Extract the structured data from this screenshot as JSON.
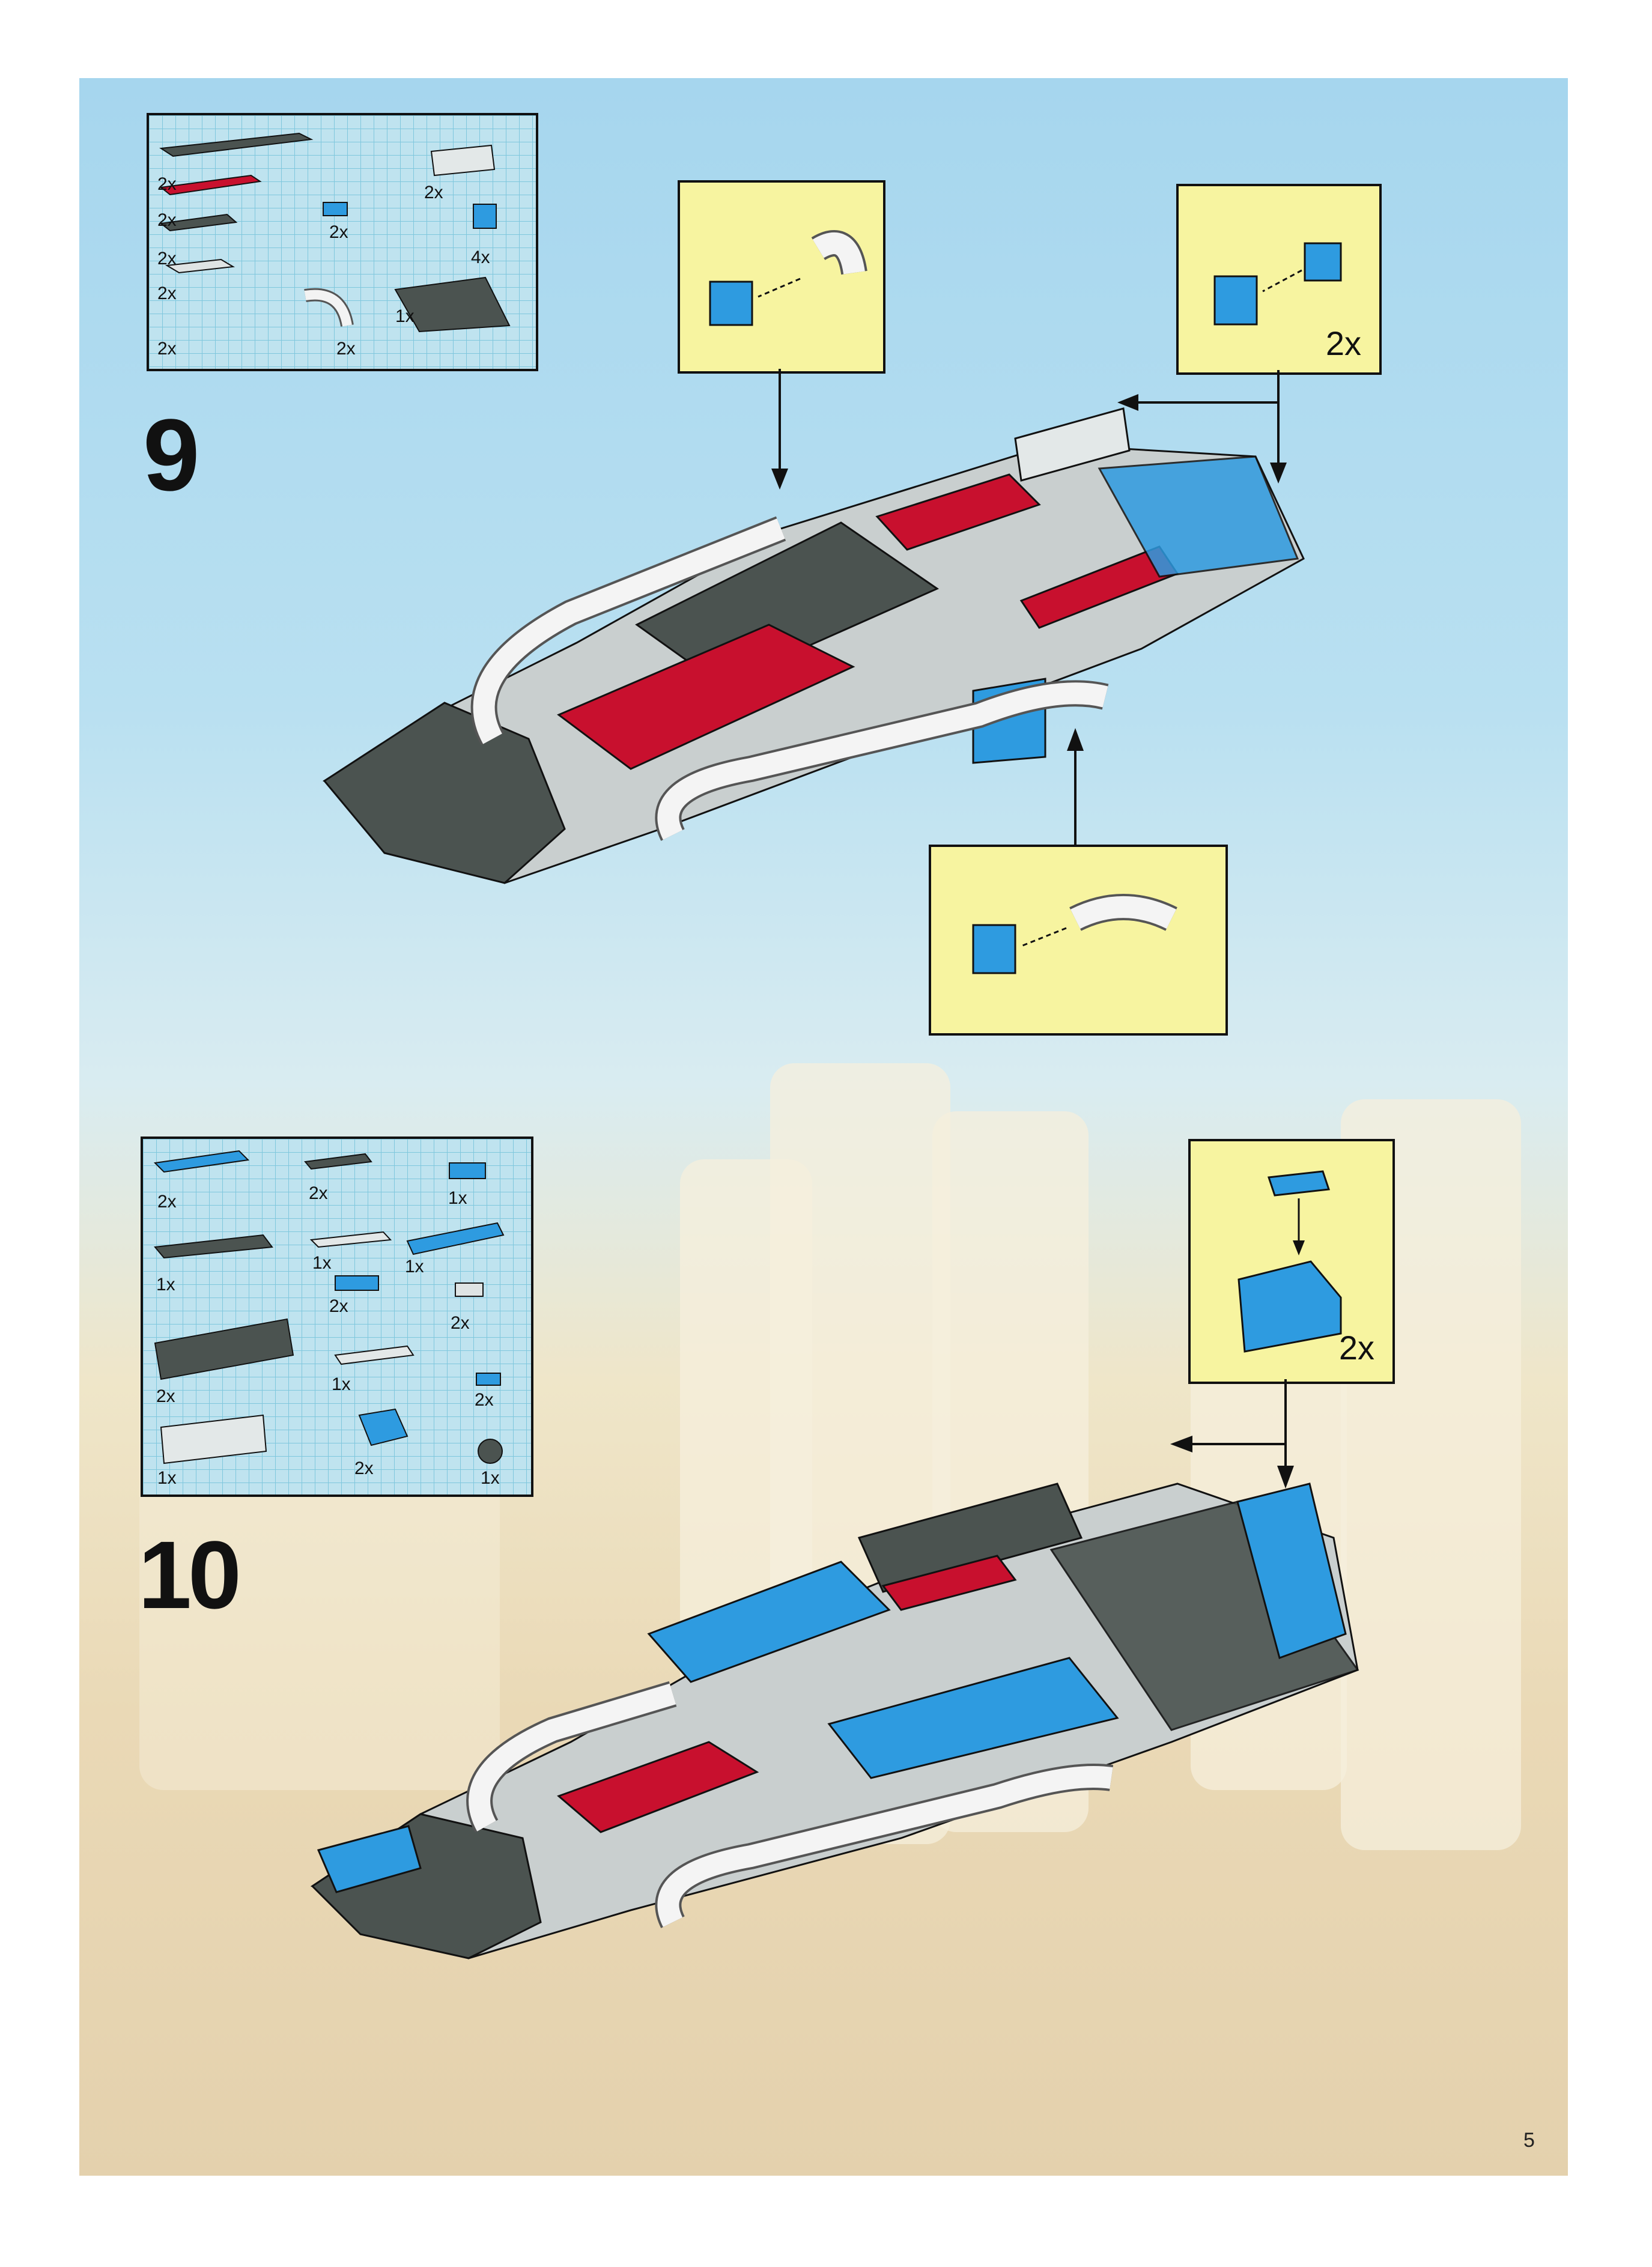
{
  "page": {
    "number": "5"
  },
  "steps": [
    {
      "number": "9",
      "parts": [
        "2x",
        "2x",
        "2x",
        "2x",
        "2x",
        "2x",
        "2x",
        "4x",
        "1x",
        "2x"
      ],
      "callouts": [
        {
          "qty": ""
        },
        {
          "qty": "2x"
        },
        {
          "qty": ""
        }
      ]
    },
    {
      "number": "10",
      "parts": [
        "2x",
        "2x",
        "1x",
        "1x",
        "1x",
        "1x",
        "2x",
        "2x",
        "2x",
        "1x",
        "2x",
        "1x",
        "2x",
        "1x"
      ],
      "callouts": [
        {
          "qty": "2x"
        }
      ]
    }
  ],
  "colors": {
    "dark_gray": "#4b5350",
    "light_gray": "#c9cfcf",
    "red": "#c8102e",
    "blue": "#2e9be0",
    "callout_yellow": "#f7f4a0"
  }
}
